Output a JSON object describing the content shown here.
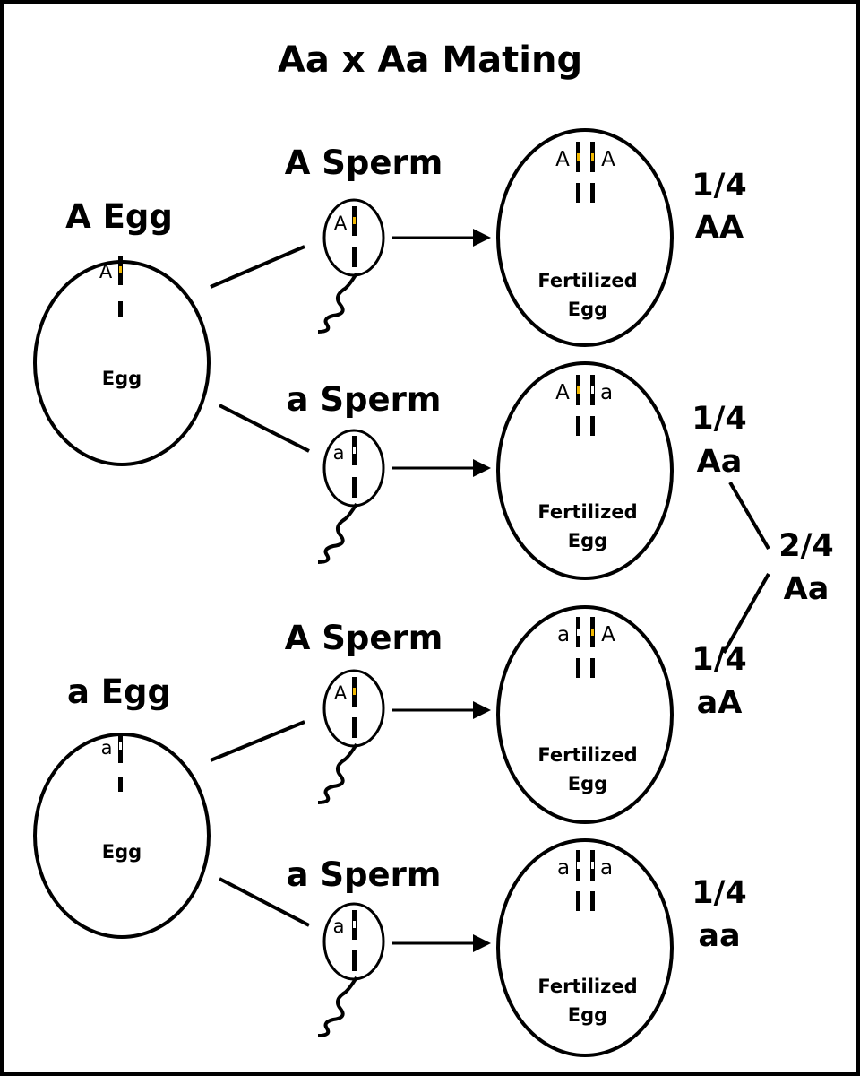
{
  "title": "Aa x Aa Mating",
  "eggs": [
    {
      "heading": "A Egg",
      "allele": "A",
      "label": "Egg"
    },
    {
      "heading": "a Egg",
      "allele": "a",
      "label": "Egg"
    }
  ],
  "sperm": [
    {
      "heading": "A Sperm",
      "allele": "A"
    },
    {
      "heading": "a Sperm",
      "allele": "a"
    },
    {
      "heading": "A Sperm",
      "allele": "A"
    },
    {
      "heading": "a Sperm",
      "allele": "a"
    }
  ],
  "fertilized": [
    {
      "left": "A",
      "right": "A",
      "label1": "Fertilized",
      "label2": "Egg"
    },
    {
      "left": "A",
      "right": "a",
      "label1": "Fertilized",
      "label2": "Egg"
    },
    {
      "left": "a",
      "right": "A",
      "label1": "Fertilized",
      "label2": "Egg"
    },
    {
      "left": "a",
      "right": "a",
      "label1": "Fertilized",
      "label2": "Egg"
    }
  ],
  "results": [
    {
      "fraction": "1/4",
      "genotype": "AA"
    },
    {
      "fraction": "1/4",
      "genotype": "Aa"
    },
    {
      "fraction": "1/4",
      "genotype": "aA"
    },
    {
      "fraction": "1/4",
      "genotype": "aa"
    }
  ],
  "combined": {
    "fraction": "2/4",
    "genotype": "Aa"
  },
  "colors": {
    "dominant_band": "#f2b900",
    "recessive_band": "#ffffff",
    "background": "#ffffff",
    "frame": "#000000"
  }
}
